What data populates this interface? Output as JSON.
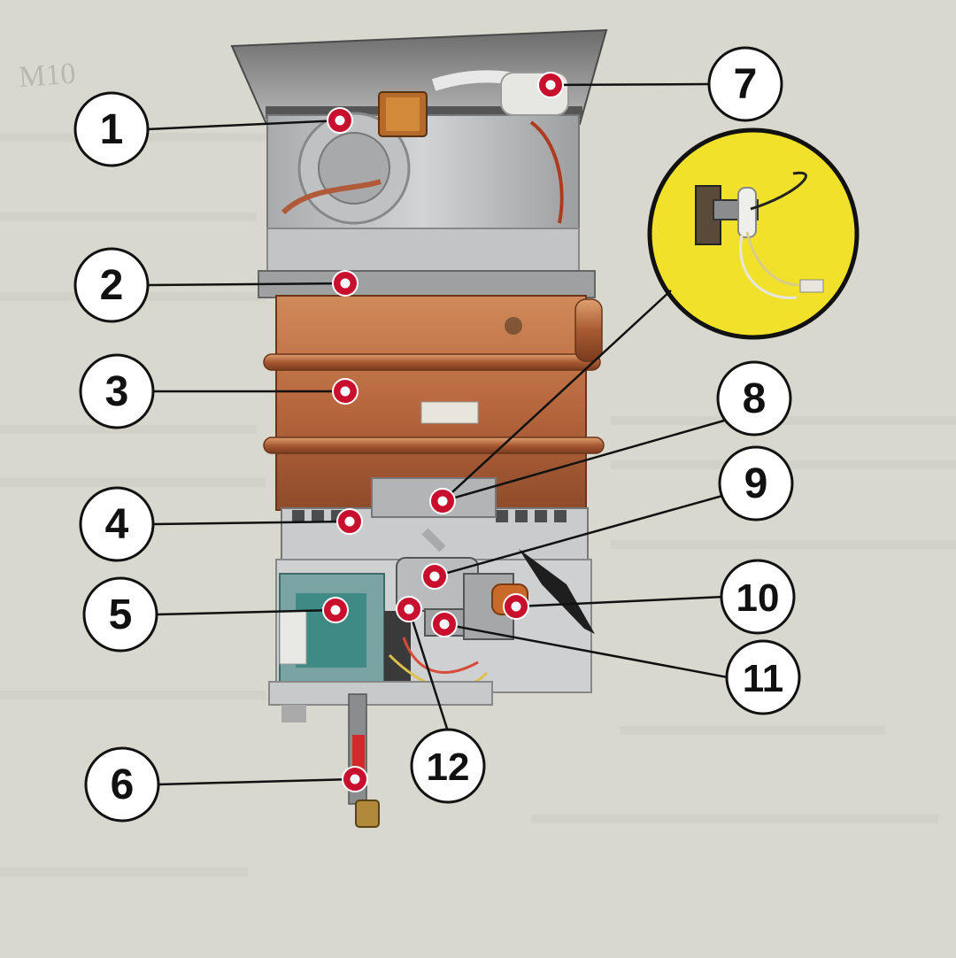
{
  "diagram": {
    "background_color": "#d9d8cf",
    "accent_marker_color": "#c8102e",
    "inset_color": "#f2e12a",
    "callouts": [
      {
        "label": "1"
      },
      {
        "label": "2"
      },
      {
        "label": "3"
      },
      {
        "label": "4"
      },
      {
        "label": "5"
      },
      {
        "label": "6"
      },
      {
        "label": "7"
      },
      {
        "label": "8"
      },
      {
        "label": "9"
      },
      {
        "label": "10"
      },
      {
        "label": "11"
      },
      {
        "label": "12"
      }
    ],
    "handwritten_note": "M10"
  }
}
